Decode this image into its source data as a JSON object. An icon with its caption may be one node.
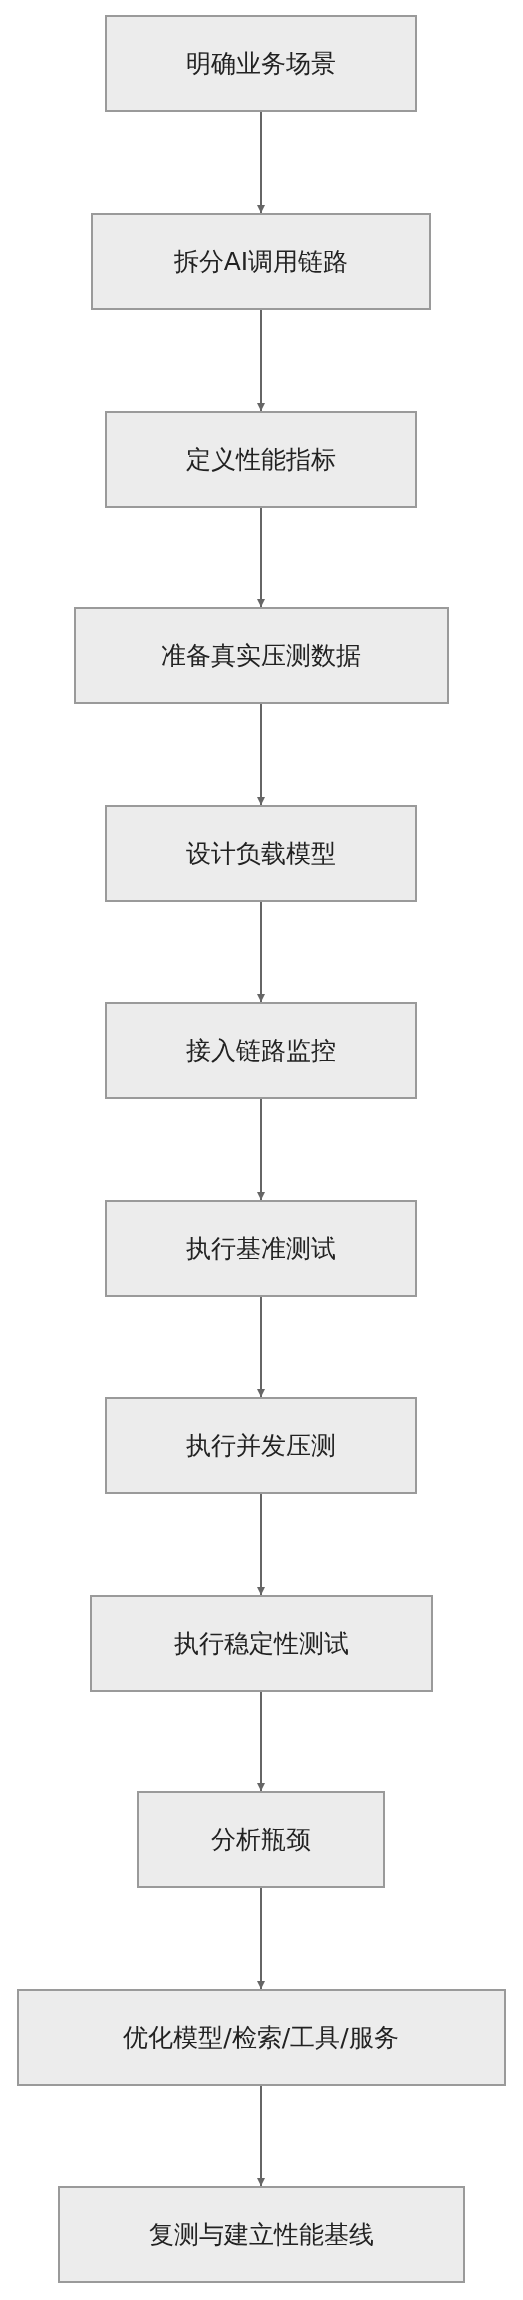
{
  "diagram": {
    "nodes": [
      {
        "text": [
          "明确业务场景"
        ]
      },
      {
        "text": [
          "拆分AI调用链路"
        ]
      },
      {
        "text": [
          "定义性能指标"
        ]
      },
      {
        "text": [
          "准备真实压测数据"
        ]
      },
      {
        "text": [
          "设计负载模型"
        ]
      },
      {
        "text": [
          "接入链路监控"
        ]
      },
      {
        "text": [
          "执行基准测试"
        ]
      },
      {
        "text": [
          "执行并发压测"
        ]
      },
      {
        "text": [
          "执行稳定性测试"
        ]
      },
      {
        "text": [
          "分析瓶颈"
        ]
      },
      {
        "text": [
          "优化模型/检索/工具/服务"
        ]
      },
      {
        "text": [
          "复测与建立性能基线"
        ]
      }
    ],
    "edges": [
      {
        "from": 0,
        "to": 1,
        "arrow": "to"
      },
      {
        "from": 1,
        "to": 2,
        "arrow": "to"
      },
      {
        "from": 2,
        "to": 3,
        "arrow": "to"
      },
      {
        "from": 3,
        "to": 4,
        "arrow": "to"
      },
      {
        "from": 4,
        "to": 5,
        "arrow": "to"
      },
      {
        "from": 5,
        "to": 6,
        "arrow": "to"
      },
      {
        "from": 6,
        "to": 7,
        "arrow": "to"
      },
      {
        "from": 7,
        "to": 8,
        "arrow": "to"
      },
      {
        "from": 8,
        "to": 9,
        "arrow": "to"
      },
      {
        "from": 9,
        "to": 10,
        "arrow": "to"
      },
      {
        "from": 10,
        "to": 11,
        "arrow": "to"
      }
    ]
  }
}
